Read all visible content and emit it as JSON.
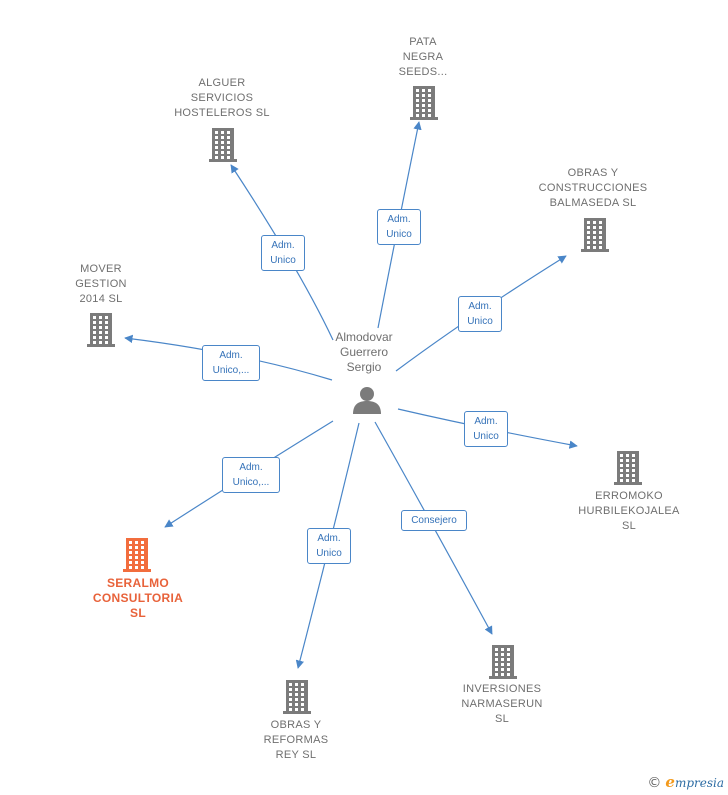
{
  "center": {
    "name": "Almodovar\nGuerrero\nSergio",
    "icon": "person-icon"
  },
  "companies": [
    {
      "id": "alguer",
      "name": "ALGUER\nSERVICIOS\nHOSTELEROS SL",
      "highlight": false
    },
    {
      "id": "pata",
      "name": "PATA\nNEGRA\nSEEDS...",
      "highlight": false
    },
    {
      "id": "obras-construcciones",
      "name": "OBRAS Y\nCONSTRUCCIONES\nBALMASEDA SL",
      "highlight": false
    },
    {
      "id": "mover",
      "name": "MOVER\nGESTION\n2014  SL",
      "highlight": false
    },
    {
      "id": "erromoko",
      "name": "ERROMOKO\nHURBILEKOJALEA\nSL",
      "highlight": false
    },
    {
      "id": "seralmo",
      "name": "SERALMO\nCONSULTORIA\nSL",
      "highlight": true
    },
    {
      "id": "inversiones",
      "name": "INVERSIONES\nNARMASERUN\nSL",
      "highlight": false
    },
    {
      "id": "obras-reformas",
      "name": "OBRAS Y\nREFORMAS\nREY SL",
      "highlight": false
    }
  ],
  "relations": [
    {
      "to": "alguer",
      "label": "Adm.\nUnico"
    },
    {
      "to": "pata",
      "label": "Adm.\nUnico"
    },
    {
      "to": "obras-construcciones",
      "label": "Adm.\nUnico"
    },
    {
      "to": "mover",
      "label": "Adm.\nUnico,..."
    },
    {
      "to": "erromoko",
      "label": "Adm.\nUnico"
    },
    {
      "to": "seralmo",
      "label": "Adm.\nUnico,..."
    },
    {
      "to": "inversiones",
      "label": "Consejero"
    },
    {
      "to": "obras-reformas",
      "label": "Adm.\nUnico"
    }
  ],
  "colors": {
    "edge": "#4a86c8",
    "building": "#7b7b7b",
    "building_highlight": "#f26d3d",
    "person": "#7b7b7b"
  },
  "footer": {
    "copyright_symbol": "©",
    "brand_first": "e",
    "brand_rest": "mpresia"
  }
}
